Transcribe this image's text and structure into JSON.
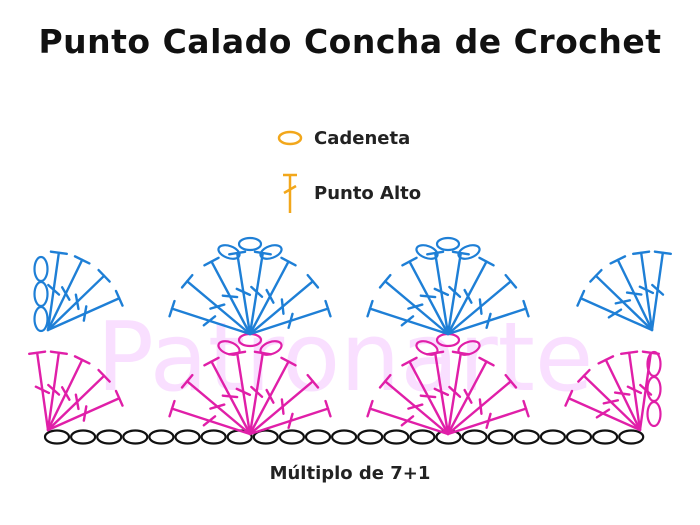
{
  "title": "Punto Calado Concha de Crochet",
  "legend": [
    {
      "symbol": "chain-stitch",
      "label": "Cadeneta"
    },
    {
      "symbol": "double-crochet",
      "label": "Punto Alto"
    }
  ],
  "footer": "Múltiplo de 7+1",
  "watermark": "Patronarte",
  "colors": {
    "legend": "#f2a71b",
    "row1": "#e01fa8",
    "row2": "#1e7fd6",
    "foundation": "#111111",
    "watermark_a": "#f5c6ff",
    "watermark_b": "#cfe6ff"
  }
}
